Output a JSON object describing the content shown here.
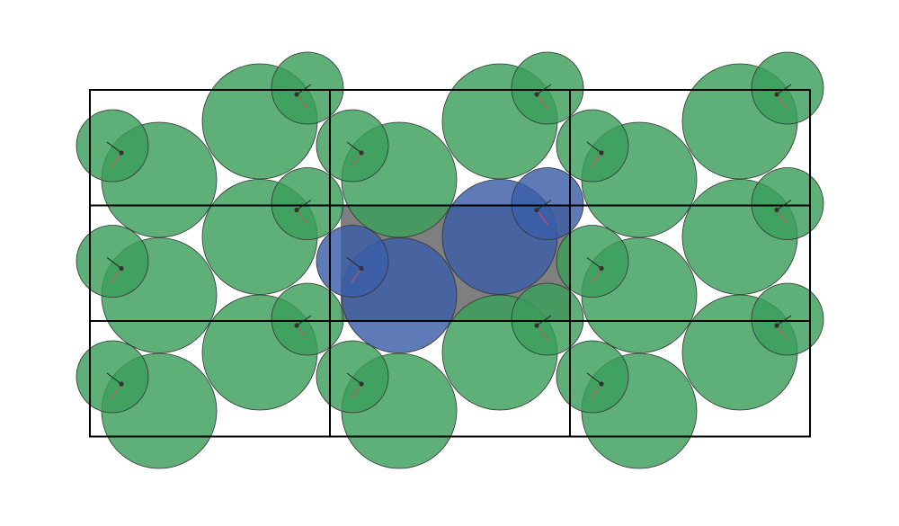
{
  "diagram": {
    "grid": {
      "cols": 3,
      "rows": 3
    },
    "background_color": "#ffffff",
    "cell_border_color": "#000000",
    "overlap_region_color": "#7f7f7f",
    "colors": {
      "periodic_fill": "#3a9e5a",
      "periodic_fill_opacity": 0.82,
      "highlight_fill": "#3a5ea8",
      "highlight_fill_opacity": 0.82,
      "shape_stroke": "#333333",
      "center_dot": "#333333",
      "axis_a": "#222222",
      "axis_b": "#d9534f"
    },
    "highlighted_cell": {
      "col": 1,
      "row": 1
    },
    "motif_count_per_cell": 2
  }
}
